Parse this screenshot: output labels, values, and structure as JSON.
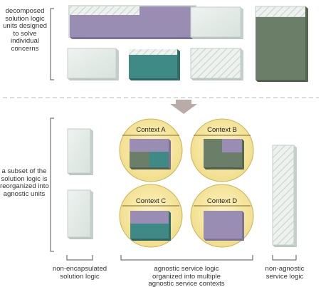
{
  "top_note": {
    "lines": [
      "decomposed",
      "solution logic",
      "units designed",
      "to solve",
      "individual",
      "concerns"
    ]
  },
  "middle_note": {
    "lines": [
      "a subset of the",
      "solution logic is",
      "reorganized into",
      "agnostic units"
    ]
  },
  "contexts": [
    {
      "label": "Context A"
    },
    {
      "label": "Context B"
    },
    {
      "label": "Context C"
    },
    {
      "label": "Context D"
    }
  ],
  "bottom_labels": {
    "non_encapsulated": [
      "non-encapsulated",
      "solution logic"
    ],
    "agnostic": [
      "agnostic service logic",
      "organized into multiple",
      "agnostic service contexts"
    ],
    "non_agnostic": [
      "non-agnostic",
      "service logic"
    ]
  },
  "colors": {
    "purple": "#9a8db3",
    "teal": "#3f8a86",
    "olive": "#6b7f68",
    "pale": "#e4ebe8",
    "circle_fill": "#f5e6a0",
    "arrow": "#b9aca6"
  }
}
